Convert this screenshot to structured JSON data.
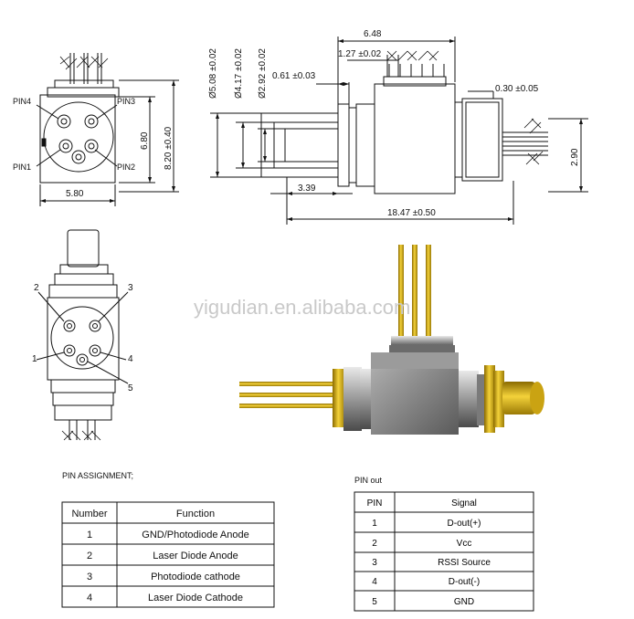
{
  "front_view": {
    "pin_labels": [
      "PIN4",
      "PIN3",
      "PIN1",
      "PIN2"
    ],
    "width_dim": "5.80",
    "height_inner": "6.80",
    "height_outer": "8.20 ±0.40"
  },
  "side_view": {
    "dia_outer": "Ø5.08 ±0.02",
    "dia_mid": "Ø4.17 ±0.02",
    "dia_inner": "Ø2.92 ±0.02",
    "dim_061": "0.61 ±0.03",
    "dim_648": "6.48",
    "dim_127": "1.27 ±0.02",
    "dim_030": "0.30 ±0.05",
    "dim_290": "2.90",
    "dim_339": "3.39",
    "dim_1847": "18.47 ±0.50"
  },
  "bottom_view": {
    "pin_numbers": [
      "2",
      "3",
      "1",
      "4",
      "5"
    ]
  },
  "watermark": "yigudian.en.alibaba.com",
  "pin_assignment": {
    "title": "PIN ASSIGNMENT;",
    "headers": [
      "Number",
      "Function"
    ],
    "rows": [
      [
        "1",
        "GND/Photodiode Anode"
      ],
      [
        "2",
        "Laser Diode Anode"
      ],
      [
        "3",
        "Photodiode cathode"
      ],
      [
        "4",
        "Laser Diode Cathode"
      ]
    ]
  },
  "pin_out": {
    "title": "PIN out",
    "headers": [
      "PIN",
      "Signal"
    ],
    "rows": [
      [
        "1",
        "D-out(+)"
      ],
      [
        "2",
        "Vcc"
      ],
      [
        "3",
        "RSSI Source"
      ],
      [
        "4",
        "D-out(-)"
      ],
      [
        "5",
        "GND"
      ]
    ]
  }
}
